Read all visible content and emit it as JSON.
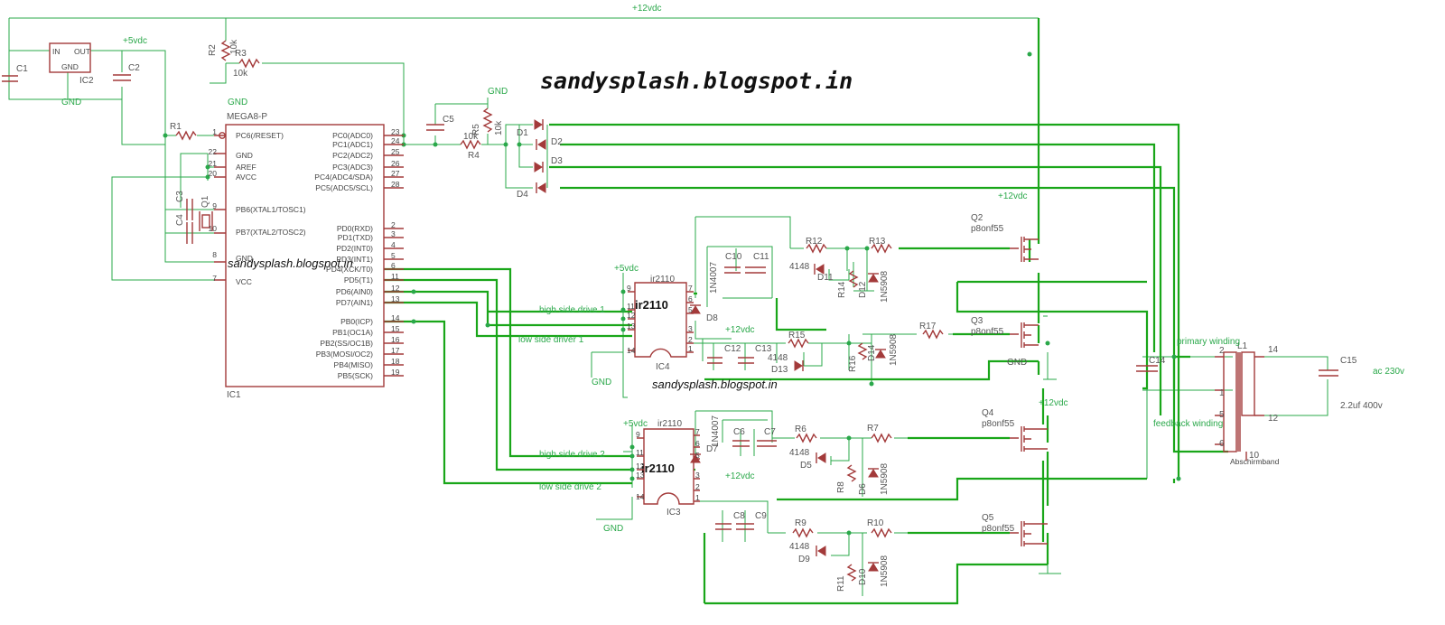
{
  "watermark": {
    "main": "sandysplash.blogspot.in",
    "left": "sandysplash.blogspot.in",
    "middle": "sandysplash.blogspot.in"
  },
  "rails": {
    "v12": "+12vdc",
    "v5": "+5vdc",
    "gnd": "GND"
  },
  "ic1": {
    "name": "MEGA8-P",
    "ref": "IC1",
    "left_pins": [
      {
        "num": "1",
        "name": "PC6(/RESET)"
      },
      {
        "num": "22",
        "name": "GND"
      },
      {
        "num": "21",
        "name": "AREF"
      },
      {
        "num": "20",
        "name": "AVCC"
      },
      {
        "num": "9",
        "name": "PB6(XTAL1/TOSC1)"
      },
      {
        "num": "10",
        "name": "PB7(XTAL2/TOSC2)"
      },
      {
        "num": "8",
        "name": "GND"
      },
      {
        "num": "7",
        "name": "VCC"
      }
    ],
    "right_pins": [
      {
        "num": "23",
        "name": "PC0(ADC0)"
      },
      {
        "num": "24",
        "name": "PC1(ADC1)"
      },
      {
        "num": "25",
        "name": "PC2(ADC2)"
      },
      {
        "num": "26",
        "name": "PC3(ADC3)"
      },
      {
        "num": "27",
        "name": "PC4(ADC4/SDA)"
      },
      {
        "num": "28",
        "name": "PC5(ADC5/SCL)"
      },
      {
        "num": "2",
        "name": "PD0(RXD)"
      },
      {
        "num": "3",
        "name": "PD1(TXD)"
      },
      {
        "num": "4",
        "name": "PD2(INT0)"
      },
      {
        "num": "5",
        "name": "PD3(INT1)"
      },
      {
        "num": "6",
        "name": "PD4(XCK/T0)"
      },
      {
        "num": "11",
        "name": "PD5(T1)"
      },
      {
        "num": "12",
        "name": "PD6(AIN0)"
      },
      {
        "num": "13",
        "name": "PD7(AIN1)"
      },
      {
        "num": "14",
        "name": "PB0(ICP)"
      },
      {
        "num": "15",
        "name": "PB1(OC1A)"
      },
      {
        "num": "16",
        "name": "PB2(SS/OC1B)"
      },
      {
        "num": "17",
        "name": "PB3(MOSI/OC2)"
      },
      {
        "num": "18",
        "name": "PB4(MISO)"
      },
      {
        "num": "19",
        "name": "PB5(SCK)"
      }
    ]
  },
  "ic2": {
    "ref": "IC2",
    "in": "IN",
    "out": "OUT",
    "gnd": "GND"
  },
  "drivers": {
    "ic4": {
      "ref": "IC4",
      "part": "ir2110",
      "label": "ir2110",
      "hs": "high side drive 1",
      "ls": "low side driver 1",
      "left_pins": [
        "9",
        "11",
        "12",
        "13",
        "14"
      ],
      "right_pins": [
        "7",
        "6",
        "5",
        "3",
        "2",
        "1"
      ]
    },
    "ic3": {
      "ref": "IC3",
      "part": "ir2110",
      "label": "ir2110",
      "hs": "high side drive 2",
      "ls": "low side drive 2",
      "left_pins": [
        "9",
        "11",
        "12",
        "13",
        "14"
      ],
      "right_pins": [
        "7",
        "6",
        "5",
        "3",
        "2",
        "1"
      ]
    }
  },
  "parts": {
    "c1": "C1",
    "c2": "C2",
    "c3": "C3",
    "c4": "C4",
    "q1": "Q1",
    "c5": "C5",
    "c6": "C6",
    "c7": "C7",
    "c8": "C8",
    "c9": "C9",
    "c10": "C10",
    "c11": "C11",
    "c12": "C12",
    "c13": "C13",
    "c14": "C14",
    "c15": "C15",
    "r1": "R1",
    "r2": "R2",
    "r3": "R3",
    "r3val": "10k",
    "r2val": "10k",
    "r4": "R4",
    "r5": "R5",
    "r4val": "10k",
    "r5val": "10k",
    "r6": "R6",
    "r7": "R7",
    "r8": "R8",
    "r9": "R9",
    "r10": "R10",
    "r11": "R11",
    "r12": "R12",
    "r13": "R13",
    "r14": "R14",
    "r15": "R15",
    "r16": "R16",
    "r17": "R17",
    "d1": "D1",
    "d2": "D2",
    "d3": "D3",
    "d4": "D4",
    "d5": "D5",
    "d6": "D6",
    "d7": "D7",
    "d8": "D8",
    "d9": "D9",
    "d10": "D10",
    "d11": "D11",
    "d12": "D12",
    "d13": "D13",
    "d14": "D14",
    "q2": "Q2",
    "q3": "Q3",
    "q4": "Q4",
    "q5": "Q5",
    "mos": "p8onf55",
    "d4148": "4148",
    "d4007": "1N4007",
    "dzen": "1N5908",
    "l1": "L1",
    "c15val": "2.2uf 400v",
    "ac": "ac 230v",
    "primary": "primary winding",
    "feedback": "feedback winding",
    "absch": "Abschirmband"
  },
  "tf_pins": {
    "p2": "2",
    "p1": "1",
    "p5": "5",
    "p6": "6",
    "p14": "14",
    "p12": "12",
    "p10": "10"
  }
}
